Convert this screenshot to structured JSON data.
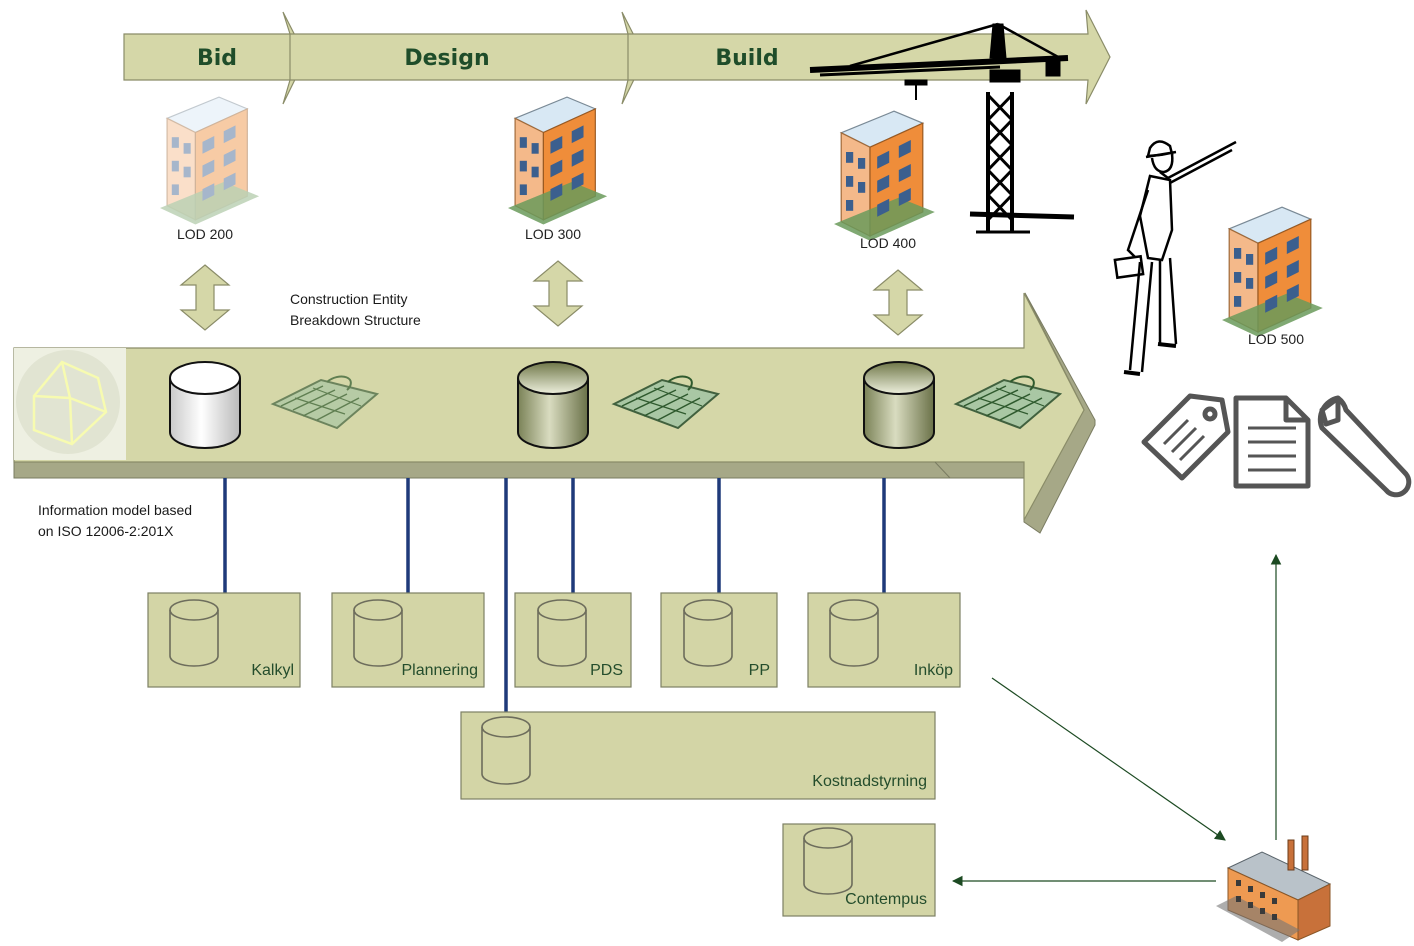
{
  "phases": [
    "Bid",
    "Design",
    "Build"
  ],
  "lod_labels": [
    "LOD 200",
    "LOD 300",
    "LOD 400",
    "LOD 500"
  ],
  "notes": {
    "cebs_line1": "Construction Entity",
    "cebs_line2": "Breakdown Structure",
    "info_line1": "Information model based",
    "info_line2": "on ISO 12006-2:201X"
  },
  "systems": [
    "Kalkyl",
    "Plannering",
    "PDS",
    "PP",
    "Inköp",
    "Kostnadstyrning",
    "Contempus"
  ],
  "colors": {
    "arrow_fill": "#d5d7a8",
    "arrow_stroke": "#8a8c68",
    "arrow_shadow": "#a6a887",
    "box_fill": "#d3d5a6",
    "link_line": "#1f3a7a",
    "phase_text": "#1f4d2a",
    "system_text": "#244d2c",
    "flow_arrow": "#1c4a22"
  },
  "icons": [
    "building-icon",
    "tower-crane-icon",
    "engineer-icon",
    "house-outline-icon",
    "database-icon",
    "blueprint-icon",
    "tag-icon",
    "document-icon",
    "wrench-icon",
    "factory-icon"
  ]
}
